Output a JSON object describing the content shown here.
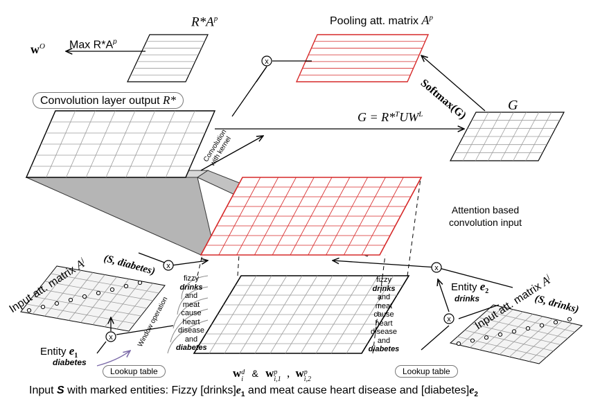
{
  "top": {
    "wo": "w",
    "wo_sup": "O",
    "max_label": "Max R*A",
    "max_label_sup": "p",
    "rstar_ap_title": "R*A",
    "rstar_ap_title_sup": "p",
    "pooling_title": "Pooling att. matrix",
    "pooling_symbol": "A",
    "pooling_symbol_sup": "p",
    "softmax": "Softmax(G)",
    "g_title": "G",
    "g_equation": "G = R*",
    "g_equation_sup": "T",
    "g_equation_rest": "UW",
    "g_equation_sup2": "L"
  },
  "conv": {
    "pill": "Convolution layer output",
    "pill_symbol": "R*",
    "kernel_line1": "Convolution",
    "kernel_line2": "with kernel"
  },
  "attention": {
    "line1": "Attention based",
    "line2": "convolution input"
  },
  "left": {
    "matrix_title": "Input att. matrix",
    "matrix_symbol": "A",
    "matrix_sup": "j",
    "pair": "(S, diabetes)",
    "window": "Window operation",
    "entity_label": "Entity",
    "entity_symbol": "e",
    "entity_sub": "1",
    "entity_word": "diabetes",
    "lookup": "Lookup table"
  },
  "right": {
    "matrix_title": "Input att. matrix",
    "matrix_symbol": "A",
    "matrix_sup": "j",
    "pair": "(S, drinks)",
    "entity_label": "Entity",
    "entity_symbol": "e",
    "entity_sub": "2",
    "entity_word": "drinks",
    "lookup": "Lookup table"
  },
  "words": [
    "fizzy",
    "drinks",
    "and",
    "meat",
    "cause",
    "heart",
    "disease",
    "and",
    "diabetes"
  ],
  "word_emphasis": [
    false,
    true,
    false,
    false,
    false,
    false,
    false,
    false,
    true
  ],
  "embed": {
    "wd": "w",
    "wd_sup": "d",
    "wd_sub": "i",
    "amp": "&",
    "wp1": "w",
    "wp1_sup": "p",
    "wp1_sub": "i,1",
    "comma": ",",
    "wp2": "w",
    "wp2_sup": "p",
    "wp2_sub": "i,2"
  },
  "caption": {
    "prefix": "Input",
    "s": "S",
    "mid": "with marked entities: Fizzy [drinks]",
    "e1": "e",
    "e1_sub": "1",
    "mid2": "and meat cause heart disease and [diabetes]",
    "e2": "e",
    "e2_sub": "2"
  },
  "colors": {
    "red": "#d62828",
    "gray_band": "#b9b9b9",
    "grid": "#9a9a9a",
    "purple_arrow": "#7b6aa8"
  }
}
